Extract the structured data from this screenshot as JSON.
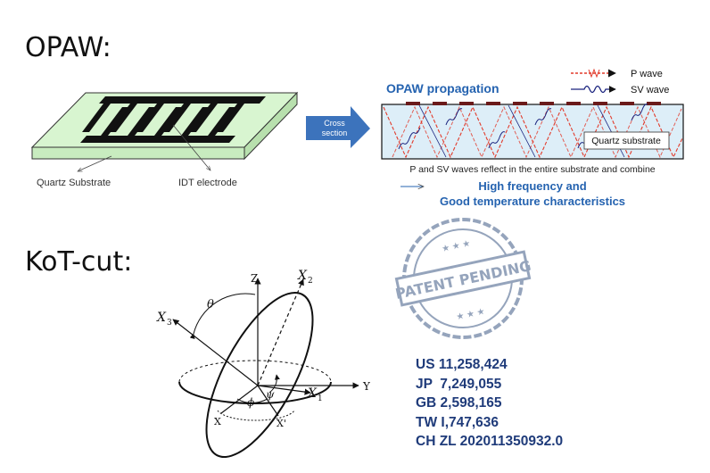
{
  "headings": {
    "opaw": "OPAW:",
    "kot": "KoT-cut:"
  },
  "device": {
    "substrate_label": "Quartz Substrate",
    "electrode_label": "IDT electrode"
  },
  "arrow": {
    "label_line1": "Cross",
    "label_line2": "section"
  },
  "cross_section": {
    "title": "OPAW propagation",
    "legend_p": "P wave",
    "legend_sv": "SV wave",
    "substrate_label": "Quartz substrate",
    "caption": "P and SV waves reflect in the entire substrate and combine",
    "benefit_line1": "High frequency and",
    "benefit_line2": "Good temperature characteristics"
  },
  "colors": {
    "accent_blue": "#2563b0",
    "substrate_fill": "#d8f5d0",
    "section_fill": "#ddeef8",
    "p_wave": "#e23a2a",
    "sv_wave": "#1a237e",
    "stamp": "#8a9bb5"
  },
  "stamp": {
    "text": "PATENT PENDING"
  },
  "axes": {
    "z": "Z",
    "y": "Y",
    "x": "X",
    "x_prime": "X'",
    "x1": "X",
    "x1_sub": "1",
    "x2": "X",
    "x2_sub": "2",
    "x3": "X",
    "x3_sub": "3",
    "theta": "θ",
    "phi": "ϕ",
    "psi": "ψ"
  },
  "patents": [
    "US 11,258,424",
    "JP  7,249,055",
    "GB 2,598,165",
    "TW I,747,636",
    "CH ZL 202011350932.0"
  ]
}
